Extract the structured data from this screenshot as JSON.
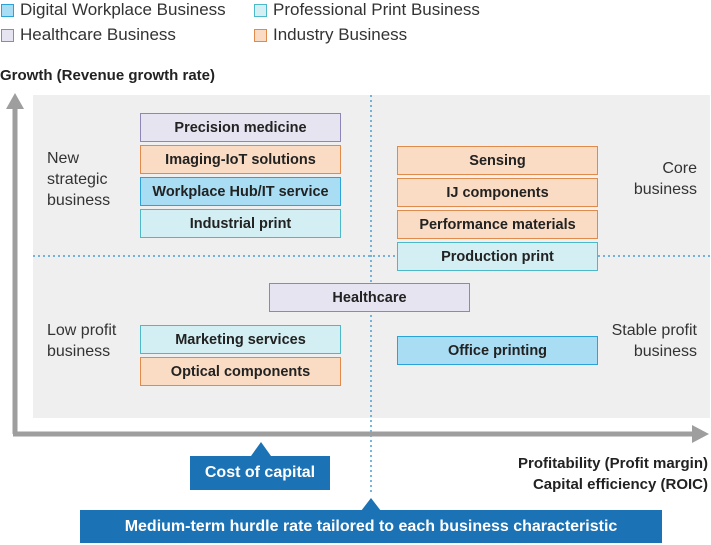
{
  "legend": [
    {
      "label": "Digital Workplace Business",
      "fill": "#a9ddf3",
      "border": "#2aa4d8"
    },
    {
      "label": "Professional Print Business",
      "fill": "#d3eff3",
      "border": "#4cb8c8"
    },
    {
      "label": "Healthcare Business",
      "fill": "#e7e4f1",
      "border": "#8f86b8"
    },
    {
      "label": "Industry Business",
      "fill": "#fadcc4",
      "border": "#e08a4b"
    }
  ],
  "y_axis_title": "Growth (Revenue growth rate)",
  "x_axis_title": {
    "line1": "Profitability (Profit margin)",
    "line2": "Capital efficiency (ROIC)"
  },
  "quadrants": {
    "top_left": {
      "line1": "New",
      "line2": "strategic",
      "line3": "business"
    },
    "top_right": {
      "line1": "Core",
      "line2": "business"
    },
    "bottom_left": {
      "line1": "Low profit",
      "line2": "business"
    },
    "bottom_right": {
      "line1": "Stable profit",
      "line2": "business"
    }
  },
  "businesses": {
    "precision_medicine": {
      "label": "Precision medicine",
      "category": "Healthcare Business"
    },
    "imaging_iot": {
      "label": "Imaging-IoT solutions",
      "category": "Industry Business"
    },
    "workplace_hub": {
      "label": "Workplace Hub/IT service",
      "category": "Digital Workplace Business"
    },
    "industrial_print": {
      "label": "Industrial print",
      "category": "Professional Print Business"
    },
    "sensing": {
      "label": "Sensing",
      "category": "Industry Business"
    },
    "ij_components": {
      "label": "IJ components",
      "category": "Industry Business"
    },
    "performance_materials": {
      "label": "Performance materials",
      "category": "Industry Business"
    },
    "production_print": {
      "label": "Production print",
      "category": "Professional Print Business"
    },
    "healthcare": {
      "label": "Healthcare",
      "category": "Healthcare Business"
    },
    "marketing_services": {
      "label": "Marketing services",
      "category": "Professional Print Business"
    },
    "optical_components": {
      "label": "Optical components",
      "category": "Industry Business"
    },
    "office_printing": {
      "label": "Office printing",
      "category": "Digital Workplace Business"
    }
  },
  "callouts": {
    "cost_of_capital": "Cost of capital",
    "hurdle_rate": "Medium-term hurdle rate tailored to each business characteristic"
  },
  "colors": {
    "accent_blue": "#1b72b5",
    "axis_gray": "#9e9e9e",
    "divider_blue": "#4a9fd4",
    "plot_background": "#efefef"
  }
}
